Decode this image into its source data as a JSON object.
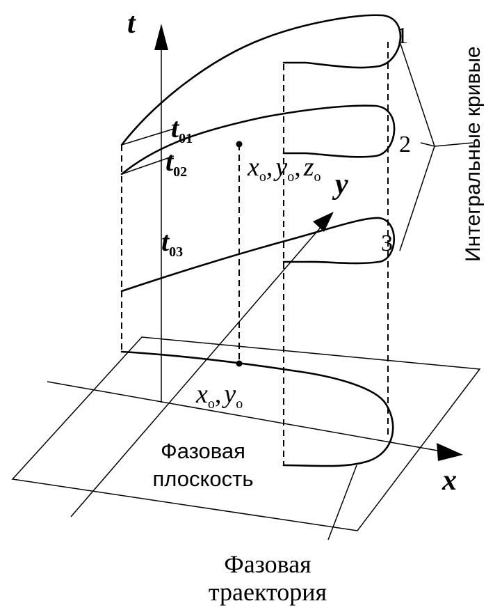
{
  "axes": {
    "t": "t",
    "y": "y",
    "x": "x"
  },
  "time_labels": {
    "t01_base": "t",
    "t01_sub": "01",
    "t02_base": "t",
    "t02_sub": "02",
    "t03_base": "t",
    "t03_sub": "03"
  },
  "point_labels": {
    "xyz": {
      "x": "x",
      "x_sub": "o",
      "comma1": ",",
      "y": "y",
      "y_sub": "o",
      "comma2": ",",
      "z": "z",
      "z_sub": "o"
    },
    "xy": {
      "x": "x",
      "x_sub": "o",
      "comma": ",",
      "y": "y",
      "y_sub": "o"
    }
  },
  "curve_numbers": [
    "1",
    "2",
    "3"
  ],
  "integral_curves_label": "Интегральные кривые",
  "phase_plane_label": {
    "line1": "Фазовая",
    "line2": "плоскость"
  },
  "phase_trajectory_label": {
    "line1": "Фазовая",
    "line2": "траектория"
  }
}
